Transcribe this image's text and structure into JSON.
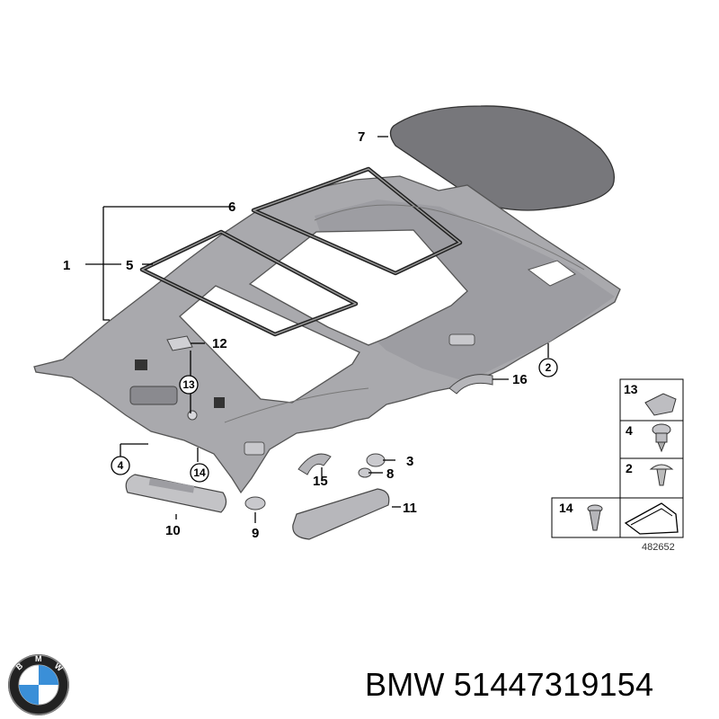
{
  "callouts": {
    "c1": "1",
    "c2": "2",
    "c3": "3",
    "c4": "4",
    "c5": "5",
    "c6": "6",
    "c7": "7",
    "c8": "8",
    "c9": "9",
    "c10": "10",
    "c11": "11",
    "c12": "12",
    "c13": "13",
    "c14": "14",
    "c15": "15",
    "c16": "16"
  },
  "legend": {
    "rows": [
      "13",
      "4",
      "2",
      "14"
    ]
  },
  "diagram_id": "482652",
  "footer": {
    "caption": "BMW 51447319154"
  },
  "colors": {
    "headliner": "#a9a9ad",
    "headliner_dark": "#8e8e93",
    "panel_7": "#77777b",
    "visor": "#c3c3c6"
  }
}
